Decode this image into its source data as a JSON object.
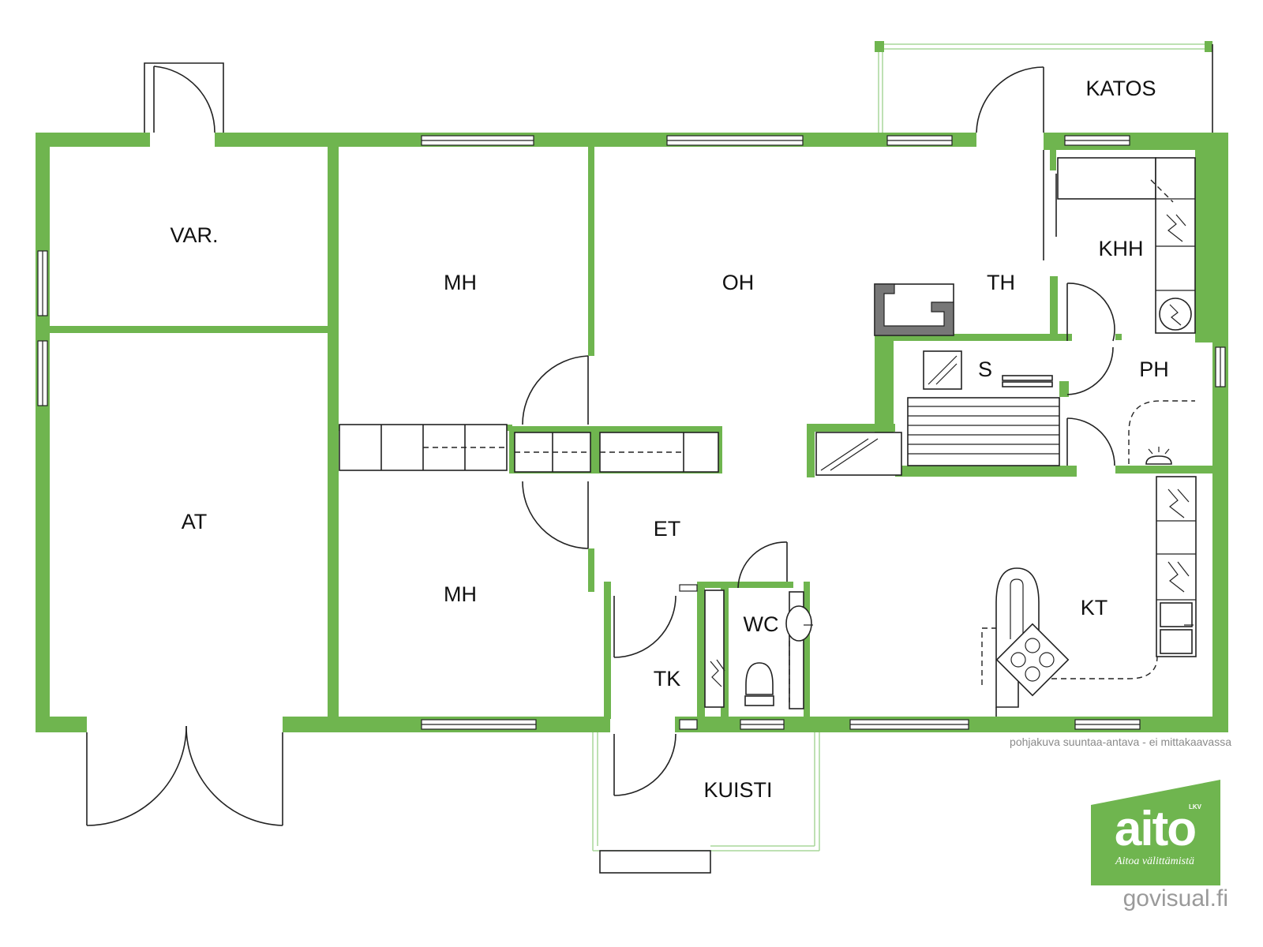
{
  "rooms": {
    "var": "VAR.",
    "mh_top": "MH",
    "oh": "OH",
    "th": "TH",
    "katos": "KATOS",
    "khh": "KHH",
    "s": "S",
    "ph": "PH",
    "at": "AT",
    "et": "ET",
    "mh_bottom": "MH",
    "wc": "WC",
    "tk": "TK",
    "kt": "KT",
    "kuisti": "KUISTI"
  },
  "note": "pohjakuva suuntaa-antava - ei mittakaavassa",
  "logo": {
    "word": "aito",
    "lkv": "LKV",
    "tagline": "Aitoa välittämistä"
  },
  "credit": "govisual.fi",
  "colors": {
    "wall": "#6fb54f",
    "logo_bg": "#6fb54f",
    "text": "#111111"
  }
}
